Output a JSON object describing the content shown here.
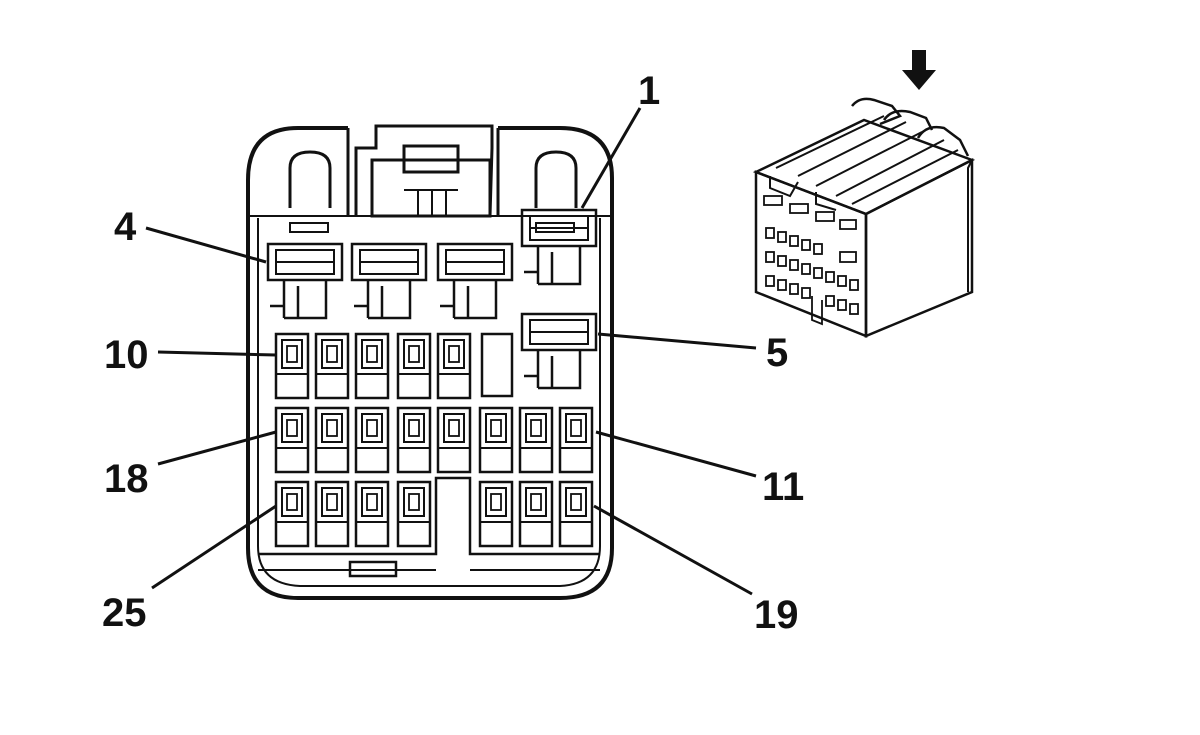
{
  "diagram": {
    "type": "connector-pinout",
    "colors": {
      "line": "#111111",
      "background": "#ffffff"
    },
    "view_indicator_icon": "arrow-down-icon",
    "callouts": [
      {
        "id": "pin-1",
        "label": "1"
      },
      {
        "id": "pin-4",
        "label": "4"
      },
      {
        "id": "pin-5",
        "label": "5"
      },
      {
        "id": "pin-10",
        "label": "10"
      },
      {
        "id": "pin-11",
        "label": "11"
      },
      {
        "id": "pin-18",
        "label": "18"
      },
      {
        "id": "pin-19",
        "label": "19"
      },
      {
        "id": "pin-25",
        "label": "25"
      }
    ]
  }
}
